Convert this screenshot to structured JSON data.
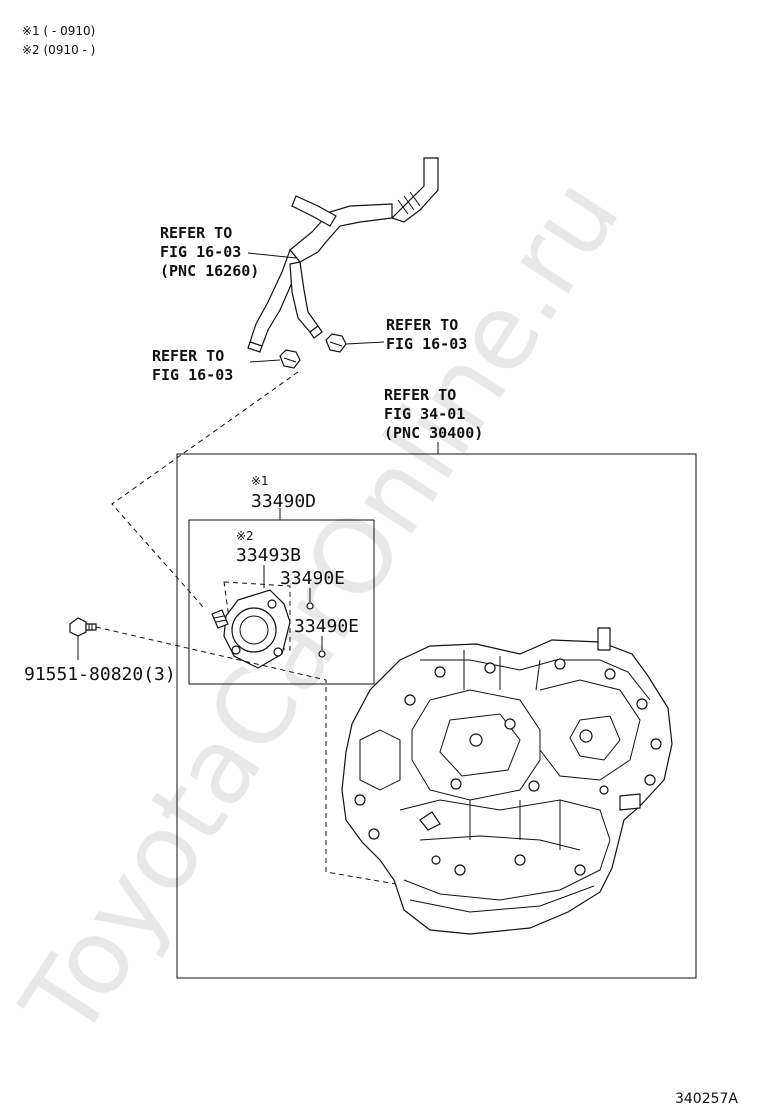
{
  "notes": {
    "note1": "※1 (        - 0910)",
    "note2": "※2 (0910 -        )"
  },
  "refs": {
    "hose_ref": [
      "REFER TO",
      "FIG 16-03",
      "(PNC 16260)"
    ],
    "clip_left_ref": [
      "REFER TO",
      "FIG 16-03"
    ],
    "clip_right_ref": [
      "REFER TO",
      "FIG 16-03"
    ],
    "transaxle_ref": [
      "REFER TO",
      "FIG 34-01",
      "(PNC 30400)"
    ]
  },
  "parts": {
    "p33490d_mark": "※1",
    "p33490d": "33490D",
    "p33493b_mark": "※2",
    "p33493b": "33493B",
    "p33490e_a": "33490E",
    "p33490e_b": "33490E",
    "bolt": "91551-80820(3)"
  },
  "watermark": "ToyotaCarOnline.ru",
  "figure_id": "340257A"
}
